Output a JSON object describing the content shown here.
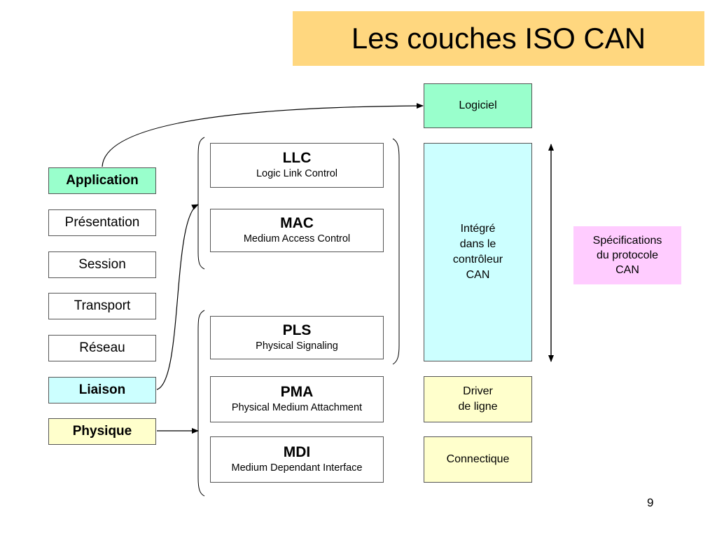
{
  "title": "Les couches  ISO  CAN",
  "page_number": "9",
  "osi_layers": {
    "application": "Application",
    "presentation": "Présentation",
    "session": "Session",
    "transport": "Transport",
    "reseau": "Réseau",
    "liaison": "Liaison",
    "physique": "Physique"
  },
  "can_layers": {
    "llc": {
      "abbr": "LLC",
      "full": "Logic Link Control"
    },
    "mac": {
      "abbr": "MAC",
      "full": "Medium Access Control"
    },
    "pls": {
      "abbr": "PLS",
      "full": "Physical Signaling"
    },
    "pma": {
      "abbr": "PMA",
      "full": "Physical Medium Attachment"
    },
    "mdi": {
      "abbr": "MDI",
      "full": "Medium Dependant Interface"
    }
  },
  "implementation": {
    "logiciel": "Logiciel",
    "integre": "Intégré\ndans le\ncontrôleur\nCAN",
    "driver": "Driver\nde ligne",
    "connectique": "Connectique"
  },
  "specifications": "Spécifications\ndu protocole\nCAN",
  "colors": {
    "title_bg": "#ffd77f",
    "application_bg": "#99ffcc",
    "liaison_bg": "#ccffff",
    "physique_bg": "#ffffcc",
    "logiciel_bg": "#99ffcc",
    "integre_bg": "#ccffff",
    "driver_bg": "#ffffcc",
    "connectique_bg": "#ffffcc",
    "spec_bg": "#ffccff"
  }
}
